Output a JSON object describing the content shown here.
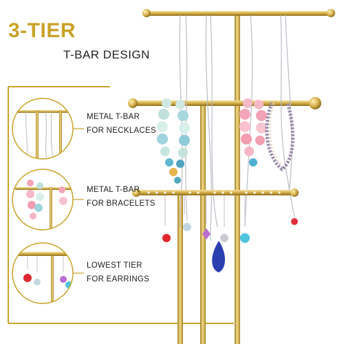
{
  "headline": "3-TIER",
  "subheadline": "T-BAR DESIGN",
  "callouts": [
    {
      "line1": "METAL T-BAR",
      "line2": "FOR NECKLACES"
    },
    {
      "line1": "METAL T-BAR",
      "line2": "FOR BRACELETS"
    },
    {
      "line1": "LOWEST TIER",
      "line2": "FOR EARRINGS"
    }
  ],
  "colors": {
    "gold": "#c9a227",
    "text": "#1a1a1a"
  }
}
